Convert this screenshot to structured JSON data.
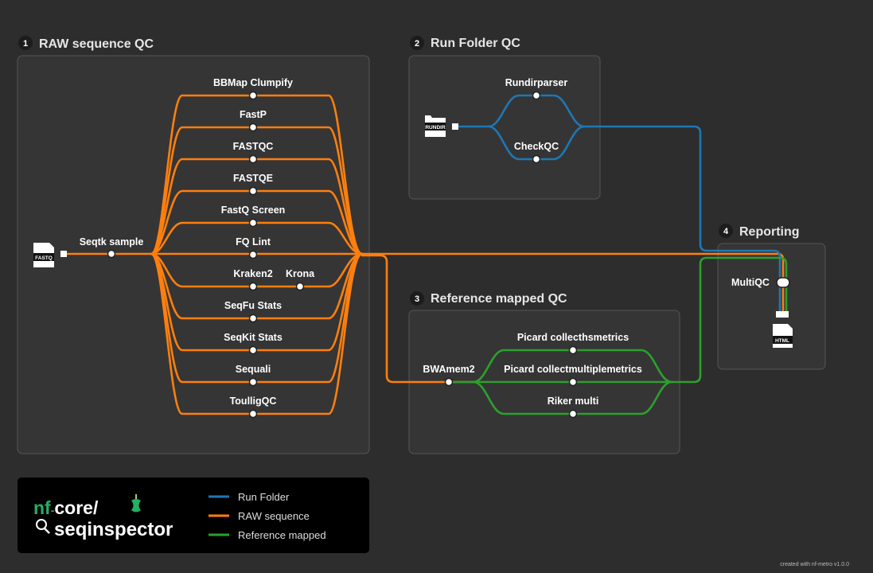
{
  "sections": {
    "raw": {
      "number": "1",
      "title": "RAW sequence QC"
    },
    "runfolder": {
      "number": "2",
      "title": "Run Folder QC"
    },
    "refmapped": {
      "number": "3",
      "title": "Reference mapped QC"
    },
    "reporting": {
      "number": "4",
      "title": "Reporting"
    }
  },
  "nodes": {
    "seqtk": "Seqtk sample",
    "raw_tools": [
      "BBMap Clumpify",
      "FastP",
      "FASTQC",
      "FASTQE",
      "FastQ Screen",
      "FQ Lint",
      "Kraken2",
      "SeqFu Stats",
      "SeqKit Stats",
      "Sequali",
      "ToulligQC"
    ],
    "krona": "Krona",
    "rundirparser": "Rundirparser",
    "checkqc": "CheckQC",
    "bwamem2": "BWAmem2",
    "picard_hs": "Picard collecthsmetrics",
    "picard_multi": "Picard collectmultiplemetrics",
    "riker": "Riker multi",
    "multiqc": "MultiQC"
  },
  "files": {
    "fastq": "FASTQ",
    "rundir": "RUNDIR",
    "html": "HTML"
  },
  "legend": {
    "items": [
      {
        "label": "Run Folder",
        "color": "#1f77b4"
      },
      {
        "label": "RAW sequence",
        "color": "#ff7f0e"
      },
      {
        "label": "Reference mapped",
        "color": "#2ca02c"
      }
    ]
  },
  "logo": {
    "line1": "nf-core/",
    "line2": "seqinspector"
  },
  "colors": {
    "run_folder": "#1f77b4",
    "raw_sequence": "#ff7f0e",
    "reference_mapped": "#2ca02c",
    "nf_green": "#24b064"
  },
  "footer": "created with nf-metro v1.0.0"
}
